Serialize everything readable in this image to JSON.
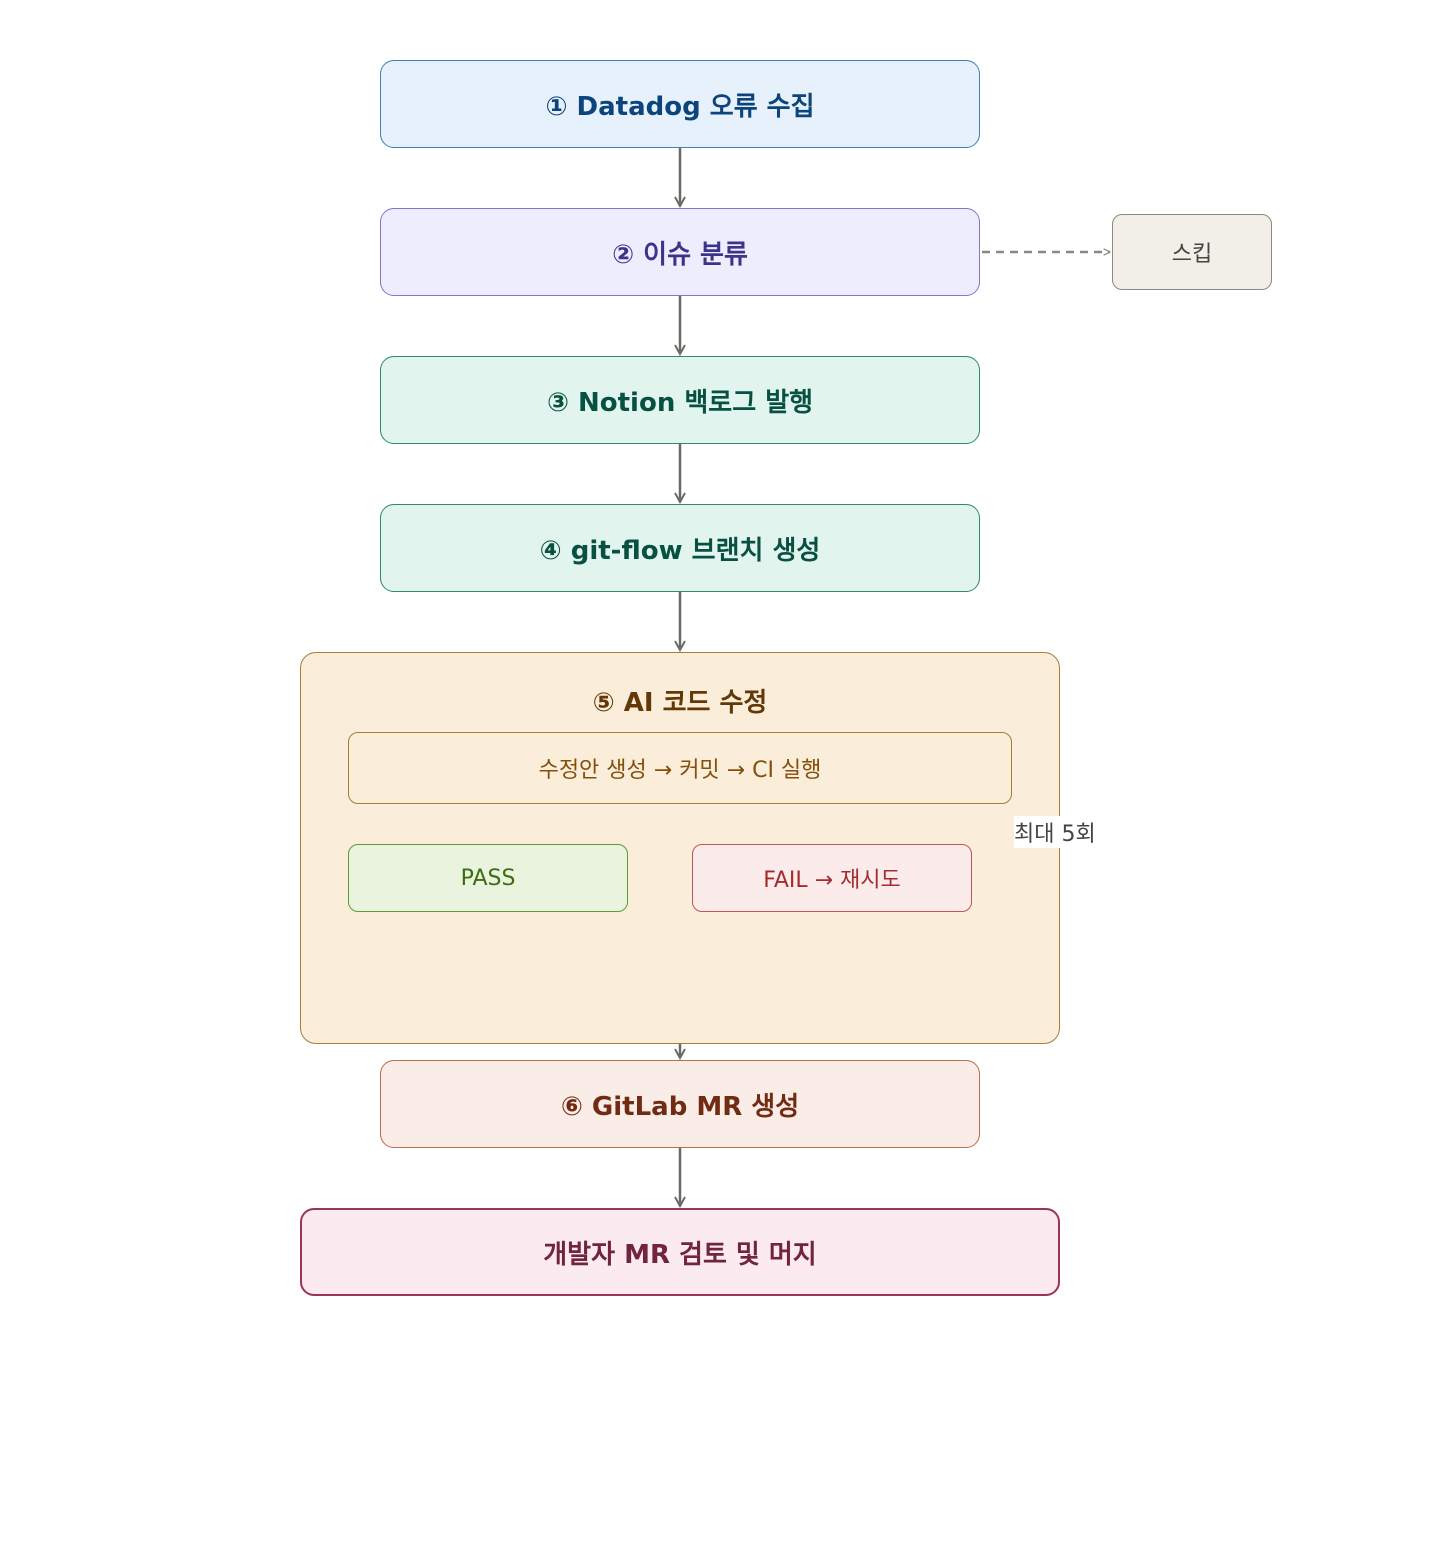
{
  "nodes": {
    "step1": "① Datadog 오류 수집",
    "step2": "② 이슈 분류",
    "skip": "스킵",
    "step3": "③ Notion 백로그 발행",
    "step4": "④ git-flow 브랜치 생성",
    "step5_title": "⑤ AI 코드 수정",
    "loop": "수정안 생성 → 커밋 → CI 실행",
    "pass": "PASS",
    "fail": "FAIL → 재시도",
    "retry_label": "최대 5회",
    "step6": "⑥ GitLab MR 생성",
    "final": "개발자 MR 검토 및 머지"
  },
  "colors": {
    "arrow": "#6b6b66",
    "dashed": "#8a8880"
  }
}
